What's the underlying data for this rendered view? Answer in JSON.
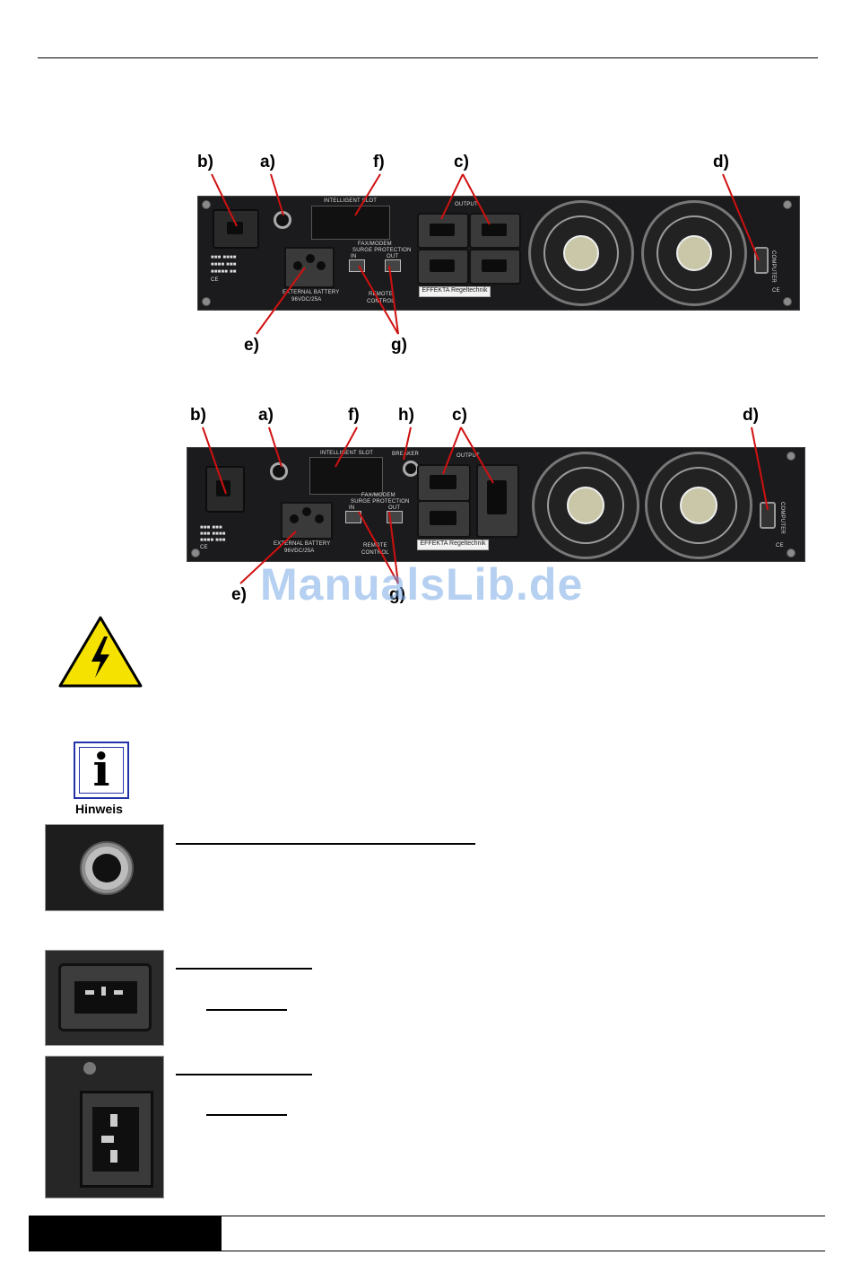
{
  "figure_top": {
    "callouts": [
      "b)",
      "a)",
      "f)",
      "c)",
      "d)",
      "e)",
      "g)"
    ],
    "panel_text": {
      "intelligent_slot": "INTELLIGENT SLOT",
      "output": "OUTPUT",
      "fax_modem": "FAX/MODEM",
      "surge": "SURGE PROTECTION",
      "in": "IN",
      "out": "OUT",
      "external_battery": "EXTERNAL BATTERY",
      "battery_spec": "96VDC/25A",
      "remote": "REMOTE",
      "control": "CONTROL",
      "brand": "EFFEKTA Regeltechnik",
      "computer": "COMPUTER",
      "ce": "CE"
    }
  },
  "figure_bottom": {
    "callouts": [
      "b)",
      "a)",
      "f)",
      "h)",
      "c)",
      "d)",
      "e)",
      "g)"
    ],
    "panel_text": {
      "intelligent_slot": "INTELLIGENT SLOT",
      "breaker": "BREAKER",
      "output": "OUTPUT",
      "fax_modem": "FAX/MODEM",
      "surge": "SURGE PROTECTION",
      "in": "IN",
      "out": "OUT",
      "external_battery": "EXTERNAL BATTERY",
      "battery_spec": "96VDC/25A",
      "remote": "REMOTE",
      "control": "CONTROL",
      "brand": "EFFEKTA Regeltechnik",
      "computer": "COMPUTER",
      "ce": "CE"
    }
  },
  "watermark": "ManualsLib.de",
  "info_icon": {
    "glyph": "i",
    "caption": "Hinweis"
  },
  "colors": {
    "warning_yellow": "#f6e200",
    "info_blue": "#2233aa",
    "watermark": "#78aae6"
  }
}
